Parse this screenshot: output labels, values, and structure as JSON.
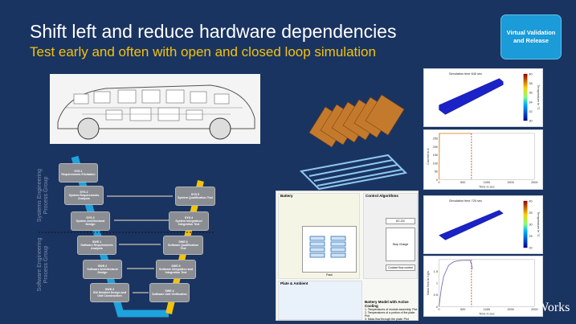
{
  "slide": {
    "title": "Shift left and reduce hardware dependencies",
    "subtitle": "Test early and often with open and closed loop simulation"
  },
  "badge": {
    "label": "Virtual Validation and Release"
  },
  "colors": {
    "background": "#1a3461",
    "accent_yellow": "#f4c20d",
    "badge_blue": "#1b9bd7",
    "v_left": "#1fa3dc",
    "v_right": "#f4c20d"
  },
  "vmodel": {
    "group_systems": "Systems Engineering Process Group",
    "group_software": "Software Engineering Process Group",
    "left": [
      {
        "id": "SYS.1",
        "name": "Requirements Elicitation"
      },
      {
        "id": "SYS.2",
        "name": "System Requirements Analysis"
      },
      {
        "id": "SYS.3",
        "name": "System Architectural Design"
      },
      {
        "id": "SWE.1",
        "name": "Software Requirements Analysis"
      },
      {
        "id": "SWE.2",
        "name": "Software Architectural Design"
      },
      {
        "id": "SWE.3",
        "name": "SW Detailed Design and Unit Construction"
      }
    ],
    "right": [
      {
        "id": "SYS.5",
        "name": "System Qualification Test"
      },
      {
        "id": "SYS.4",
        "name": "System Integration/ Integration Test"
      },
      {
        "id": "SWE.6",
        "name": "Software Qualification Test"
      },
      {
        "id": "SWE.5",
        "name": "Software Integration and Integration Test"
      },
      {
        "id": "SWE.4",
        "name": "Software Unit Verification"
      }
    ]
  },
  "simulink": {
    "battery": "Battery",
    "control": "Control Algorithms",
    "plate": "Plate & Ambient",
    "blocks": [
      "DC-DC",
      "Stop Charge",
      "Coolant flow control"
    ],
    "pack": "Pack",
    "note_title": "Battery Model with Active Cooling",
    "notes": [
      "1. Temperatures of module assembly: Plot",
      "2. Temperatures of a portion of the plate: Plot",
      "3. Mass flow through the plate: Plot"
    ]
  },
  "chart_data": [
    {
      "type": "heatmap",
      "title": "Simulation time 640 sec",
      "colorbar_label": "Temperature in °C",
      "colorbar_ticks": [
        30,
        32,
        34,
        36,
        38,
        40
      ]
    },
    {
      "type": "line",
      "xlabel": "Time in sec",
      "ylabel": "Current in A",
      "xlim": [
        0,
        2000
      ],
      "ylim": [
        0,
        280
      ],
      "xticks": [
        0,
        500,
        1000,
        1500,
        2000
      ],
      "yticks": [
        0,
        50,
        100,
        150,
        200,
        250
      ],
      "x": [
        0,
        10,
        680
      ],
      "y": [
        0,
        280,
        280
      ],
      "marker_x": 680
    },
    {
      "type": "heatmap",
      "title": "Simulation time 720 sec",
      "colorbar_label": "Temperature in °C",
      "colorbar_ticks": [
        20,
        25,
        30,
        35,
        40
      ]
    },
    {
      "type": "line",
      "xlabel": "Time in sec",
      "ylabel": "Mass flow in Kg/s",
      "xlim": [
        0,
        2000
      ],
      "ylim": [
        0,
        2
      ],
      "xticks": [
        0,
        500,
        1000,
        1500,
        2000
      ],
      "yticks": [
        0,
        0.5,
        1,
        1.5
      ],
      "x": [
        0,
        50,
        100,
        200,
        300,
        400,
        500,
        650,
        680,
        700
      ],
      "y": [
        0,
        0.8,
        1.3,
        1.75,
        1.9,
        1.95,
        1.97,
        1.97,
        1.8,
        1.6
      ],
      "marker_x": 680
    }
  ],
  "logo": {
    "text": "Works"
  }
}
